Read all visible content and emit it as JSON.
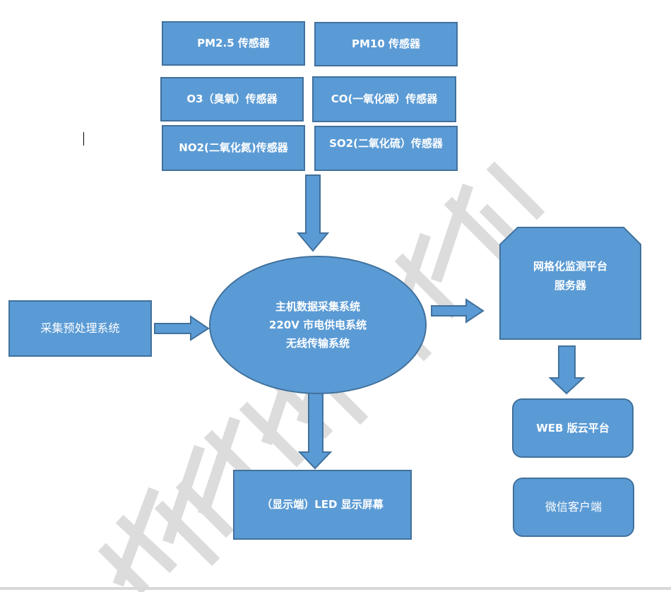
{
  "watermark": "深圳奥斯图",
  "sensors": [
    {
      "label": "PM2.5 传感器"
    },
    {
      "label": "PM10 传感器"
    },
    {
      "label": "O3（臭氧）传感器"
    },
    {
      "label": "CO(一氧化碳）传感器"
    },
    {
      "label": "NO2(二氧化氮)传感器"
    },
    {
      "label": "SO2(二氧化硫）传感器"
    }
  ],
  "preprocess": "采集预处理系统",
  "host": {
    "lines": [
      "主机数据采集系统",
      "220V 市电供电系统",
      "无线传输系统"
    ]
  },
  "server": {
    "lines": [
      "网格化监测平台",
      "服务器"
    ]
  },
  "web": "WEB 版云平台",
  "wechat": "微信客户端",
  "led": "（显示端）LED 显示屏幕",
  "colors": {
    "fill": "#5b9bd5",
    "stroke": "#41719c"
  }
}
